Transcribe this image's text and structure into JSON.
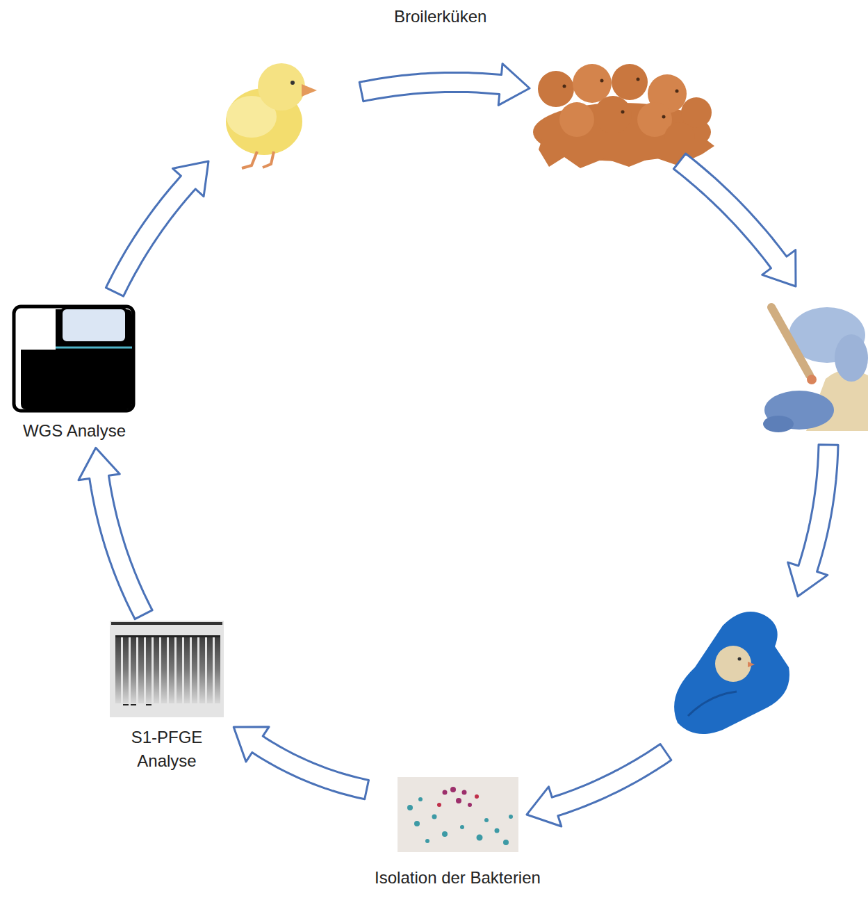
{
  "diagram": {
    "nodes": [
      {
        "text": [
          "WGS Analyse"
        ]
      },
      {
        "text": [
          "S1-PFGE Analyse"
        ]
      },
      {
        "text": [
          "Isolation der Bakterien"
        ]
      }
    ],
    "edges": [
      {
        "from": 2,
        "to": 1,
        "arrow": "to"
      },
      {
        "from": 1,
        "to": 0,
        "arrow": "to"
      }
    ],
    "labels": [
      "Broilerküken"
    ]
  }
}
